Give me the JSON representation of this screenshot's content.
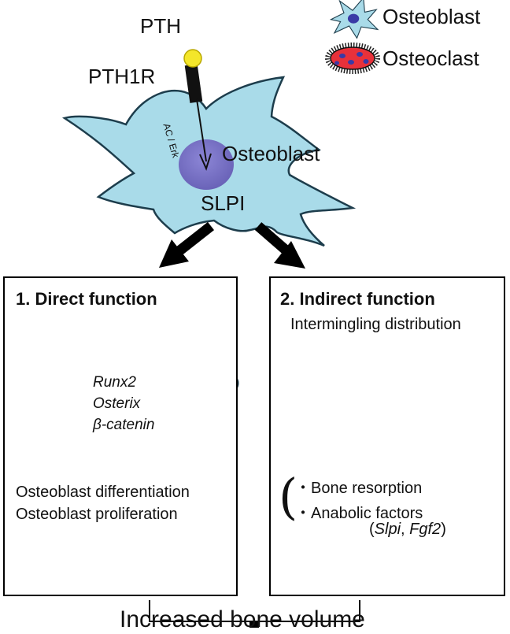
{
  "legend": {
    "osteoblast": "Osteoblast",
    "osteoclast": "Osteoclast"
  },
  "top": {
    "pth": "PTH",
    "pth1r": "PTH1R",
    "pathway": "AC / Erk",
    "cell_label": "Osteoblast",
    "slpi": "SLPI"
  },
  "direct": {
    "title": "1. Direct function",
    "genes": [
      "Runx2",
      "Osterix",
      "β-catenin"
    ],
    "effects": [
      "Osteoblast differentiation",
      "Osteoblast proliferation"
    ]
  },
  "indirect": {
    "title": "2. Indirect function",
    "subtitle": "Intermingling distribution",
    "effect1": "・Bone resorption",
    "effect2": "・Anabolic factors",
    "factors_open": "(",
    "factor1": "Slpi",
    "factors_sep": ", ",
    "factor2": "Fgf2",
    "factors_close": ")"
  },
  "result": "Increased bone volume",
  "colors": {
    "osteoblast_fill": "#a9dbe9",
    "osteoblast_stroke": "#1d3d4c",
    "nucleus": "#7a73c6",
    "osteoclast_fill": "#e8313a",
    "osteoclast_nucleus": "#3a3aa6",
    "pth_ligand": "#f4e62a"
  }
}
